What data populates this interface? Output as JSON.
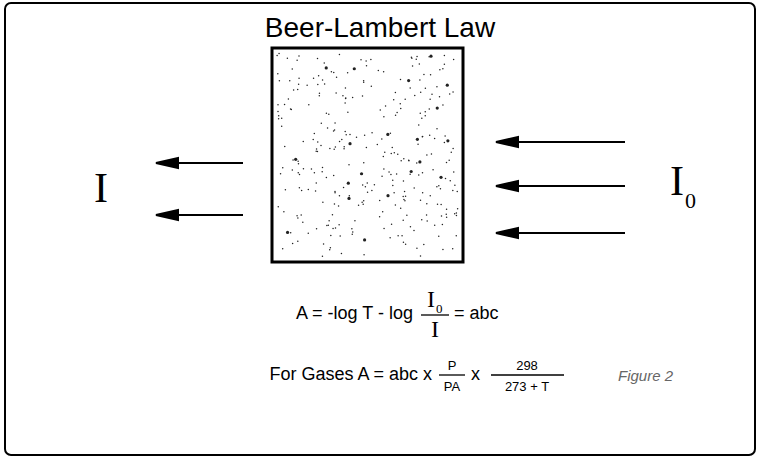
{
  "diagram": {
    "title": "Beer-Lambert Law",
    "caption": "Figure 2",
    "labels": [
      "I",
      "I",
      "0",
      "A = -log T - log",
      "I",
      "0",
      "I",
      "= abc",
      "For Gases A = abc x",
      "P",
      "PA",
      "x",
      "298",
      "273 + T"
    ]
  }
}
